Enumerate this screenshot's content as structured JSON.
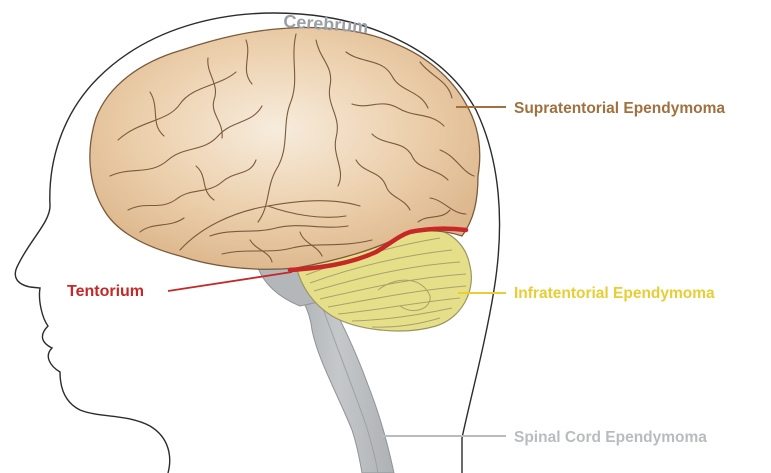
{
  "labels": {
    "cerebrum": "Cerebrum",
    "supratentorial": "Supratentorial Ependymoma",
    "tentorium": "Tentorium",
    "infratentorial": "Infratentorial Ependymoma",
    "spinal_cord": "Spinal Cord Ependymoma"
  },
  "colors": {
    "supratentorial": "#a0713e",
    "tentorium": "#c62828",
    "infratentorial": "#e8cd33",
    "spinal_cord": "#b9bcbf",
    "cerebrum_label": "#9aa0a6",
    "brain_fill": "#e6c7a1",
    "cerebellum_fill": "#e6df8a",
    "brainstem_fill": "#b4b7ba"
  }
}
